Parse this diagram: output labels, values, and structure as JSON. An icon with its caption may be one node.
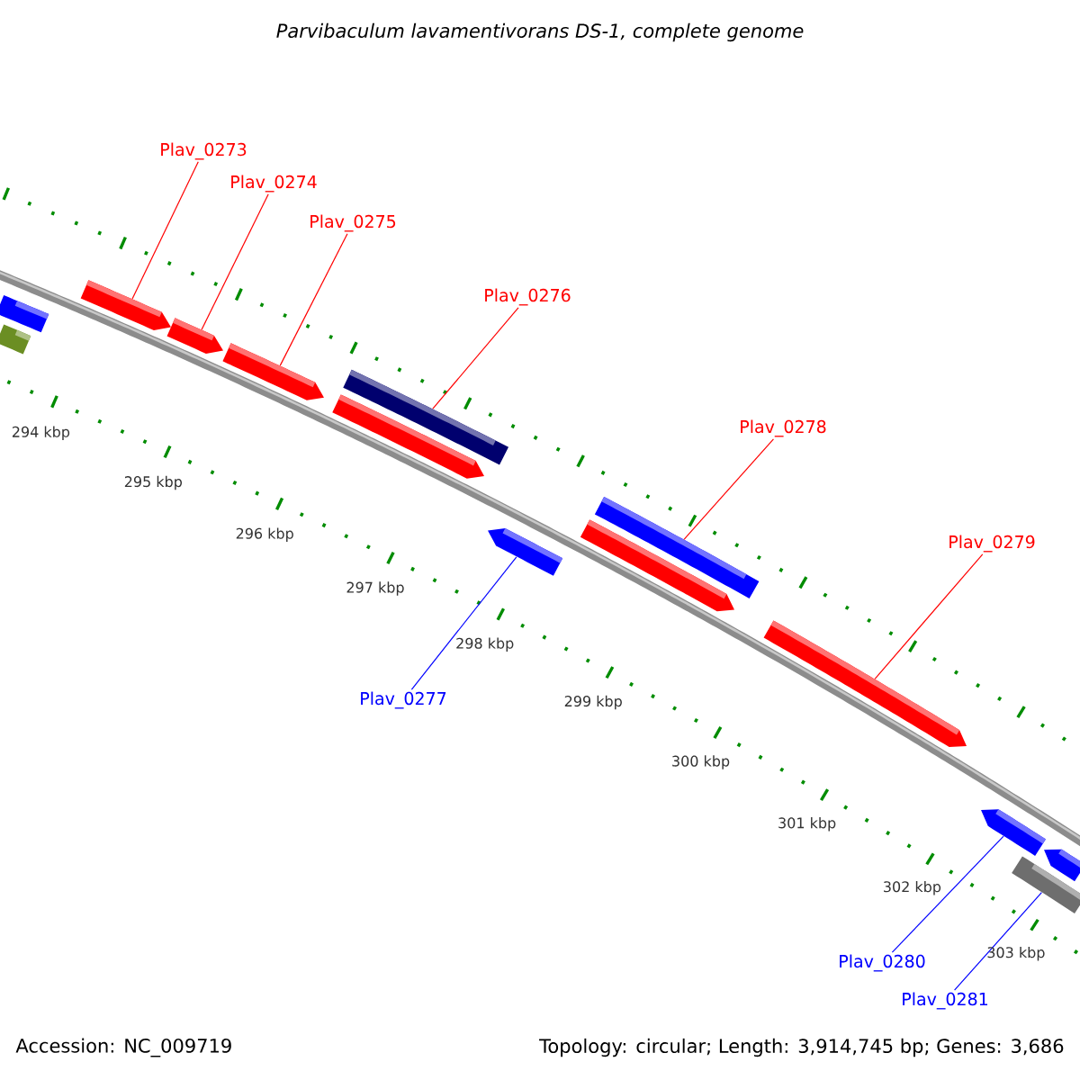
{
  "diagram": {
    "title": "Parvibaculum lavamentivorans DS-1, complete genome",
    "nodes": [
      {
        "text": [
          "Plav_0273"
        ]
      },
      {
        "text": [
          "Plav_0274"
        ]
      },
      {
        "text": [
          "Plav_0275"
        ]
      },
      {
        "text": [
          "Plav_0276"
        ]
      },
      {
        "text": [
          "Plav_0278"
        ]
      },
      {
        "text": [
          "Plav_0279"
        ]
      },
      {
        "text": [
          "Plav_0277"
        ]
      },
      {
        "text": [
          "Plav_0280"
        ]
      },
      {
        "text": [
          "Plav_0281"
        ]
      },
      {
        "text": [],
        "shape": "bar"
      },
      {
        "text": [],
        "shape": "bar"
      },
      {
        "text": [],
        "shape": "arrow"
      },
      {
        "text": [],
        "shape": "arrow"
      },
      {
        "text": [],
        "shape": "arrow"
      },
      {
        "text": [],
        "shape": "bar"
      },
      {
        "text": [],
        "shape": "arrow"
      },
      {
        "text": [],
        "shape": "arrow"
      },
      {
        "text": [],
        "shape": "bar"
      },
      {
        "text": [],
        "shape": "arrow"
      },
      {
        "text": [],
        "shape": "arrow"
      },
      {
        "text": [],
        "shape": "arrow"
      },
      {
        "text": [],
        "shape": "arrow"
      },
      {
        "text": [],
        "shape": "bar"
      }
    ],
    "edges": [
      {
        "from": 0,
        "to": 11,
        "arrow": "none"
      },
      {
        "from": 1,
        "to": 12,
        "arrow": "none"
      },
      {
        "from": 2,
        "to": 13,
        "arrow": "none"
      },
      {
        "from": 3,
        "to": 14,
        "arrow": "none"
      },
      {
        "from": 4,
        "to": 17,
        "arrow": "none"
      },
      {
        "from": 5,
        "to": 19,
        "arrow": "none"
      },
      {
        "from": 6,
        "to": 16,
        "arrow": "none",
        "color": "#0000ff"
      },
      {
        "from": 7,
        "to": 20,
        "arrow": "none",
        "color": "#0000ff"
      },
      {
        "from": 8,
        "to": 22,
        "arrow": "none",
        "color": "#0000ff"
      }
    ],
    "labels": [
      "294 kbp",
      "295 kbp",
      "296 kbp",
      "297 kbp",
      "298 kbp",
      "299 kbp",
      "300 kbp",
      "301 kbp",
      "302 kbp",
      "303 kbp",
      "Accession: NC_009719",
      "Topology: circular; Length: 3,914,745 bp; Genes: 3,686"
    ]
  }
}
